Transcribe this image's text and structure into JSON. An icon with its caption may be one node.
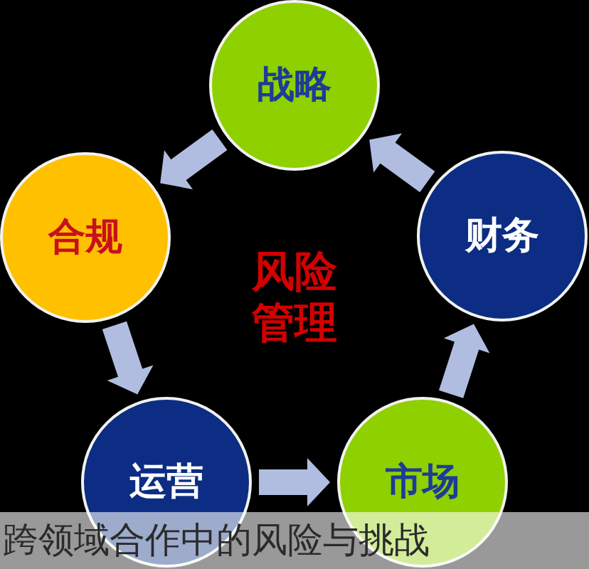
{
  "diagram": {
    "caption": "跨领域合作中的风险与挑战",
    "nodes": [
      {
        "text": [
          "战略"
        ]
      },
      {
        "text": [
          "合规"
        ]
      },
      {
        "text": [
          "财务"
        ]
      },
      {
        "text": [
          "运营"
        ]
      },
      {
        "text": [
          "市场"
        ]
      }
    ],
    "edges": [
      {
        "from": 0,
        "to": 1,
        "arrow": "to"
      },
      {
        "from": 1,
        "to": 3,
        "arrow": "to"
      },
      {
        "from": 3,
        "to": 4,
        "arrow": "to"
      },
      {
        "from": 4,
        "to": 2,
        "arrow": "to"
      },
      {
        "from": 2,
        "to": 0,
        "arrow": "to"
      }
    ],
    "labels": [
      "风险管理"
    ]
  }
}
